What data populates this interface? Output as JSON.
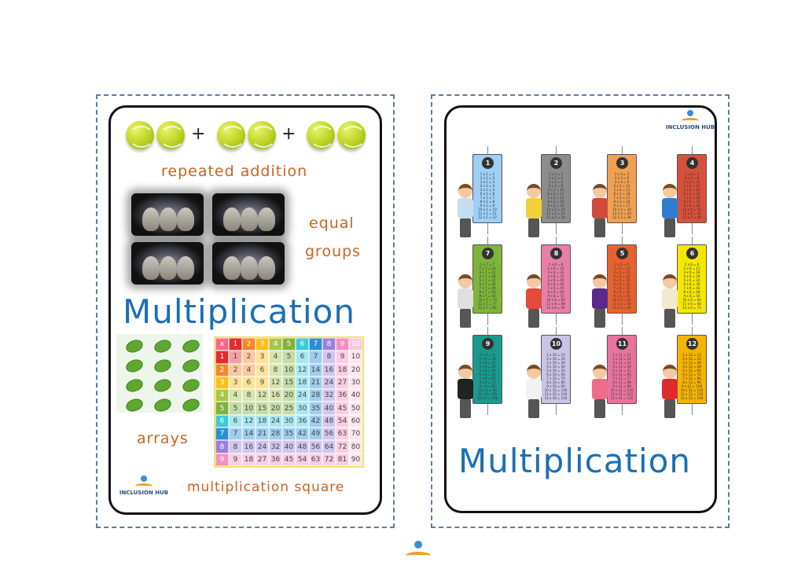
{
  "left_card": {
    "repeated_addition": {
      "plus": "+",
      "label": "repeated addition"
    },
    "equal_groups": {
      "label_line1": "equal",
      "label_line2": "groups"
    },
    "title": "Multiplication",
    "arrays_label": "arrays",
    "square_label": "multiplication square",
    "logo": "INCLUSION HUB",
    "square": {
      "header": [
        "x",
        "1",
        "2",
        "3",
        "4",
        "5",
        "6",
        "7",
        "8",
        "9",
        "10"
      ],
      "rows": [
        [
          1,
          1,
          2,
          3,
          4,
          5,
          6,
          7,
          8,
          9,
          10
        ],
        [
          2,
          2,
          4,
          6,
          8,
          10,
          12,
          14,
          16,
          18,
          20
        ],
        [
          3,
          3,
          6,
          9,
          12,
          15,
          18,
          21,
          24,
          27,
          30
        ],
        [
          4,
          4,
          8,
          12,
          16,
          20,
          24,
          28,
          32,
          36,
          40
        ],
        [
          5,
          5,
          10,
          15,
          20,
          25,
          30,
          35,
          40,
          45,
          50
        ],
        [
          6,
          6,
          12,
          18,
          24,
          30,
          36,
          42,
          48,
          54,
          60
        ],
        [
          7,
          7,
          14,
          21,
          28,
          35,
          42,
          49,
          56,
          63,
          70
        ],
        [
          8,
          8,
          16,
          24,
          32,
          40,
          48,
          56,
          64,
          72,
          80
        ],
        [
          9,
          9,
          18,
          27,
          36,
          45,
          54,
          63,
          72,
          81,
          90
        ]
      ],
      "colors": [
        "#f06a8a",
        "#e52b2b",
        "#f5862a",
        "#fbbf1a",
        "#a6c64a",
        "#7fb239",
        "#3cc9e0",
        "#2a8fd8",
        "#9b80dc",
        "#f28fc0",
        "#f9c8dc"
      ]
    }
  },
  "right_card": {
    "logo": "INCLUSION HUB",
    "title": "Multiplication",
    "tables": [
      {
        "n": 1,
        "color": "#9ecff5"
      },
      {
        "n": 2,
        "color": "#8c8c8c"
      },
      {
        "n": 3,
        "color": "#f0a050"
      },
      {
        "n": 4,
        "color": "#d9503a"
      },
      {
        "n": 7,
        "color": "#7db53a"
      },
      {
        "n": 8,
        "color": "#e87fa8"
      },
      {
        "n": 5,
        "color": "#e8622e"
      },
      {
        "n": 6,
        "color": "#f5e800"
      },
      {
        "n": 9,
        "color": "#1a9a8c"
      },
      {
        "n": 10,
        "color": "#c9c3e6"
      },
      {
        "n": 11,
        "color": "#e9739e"
      },
      {
        "n": 12,
        "color": "#f5b400"
      }
    ]
  }
}
